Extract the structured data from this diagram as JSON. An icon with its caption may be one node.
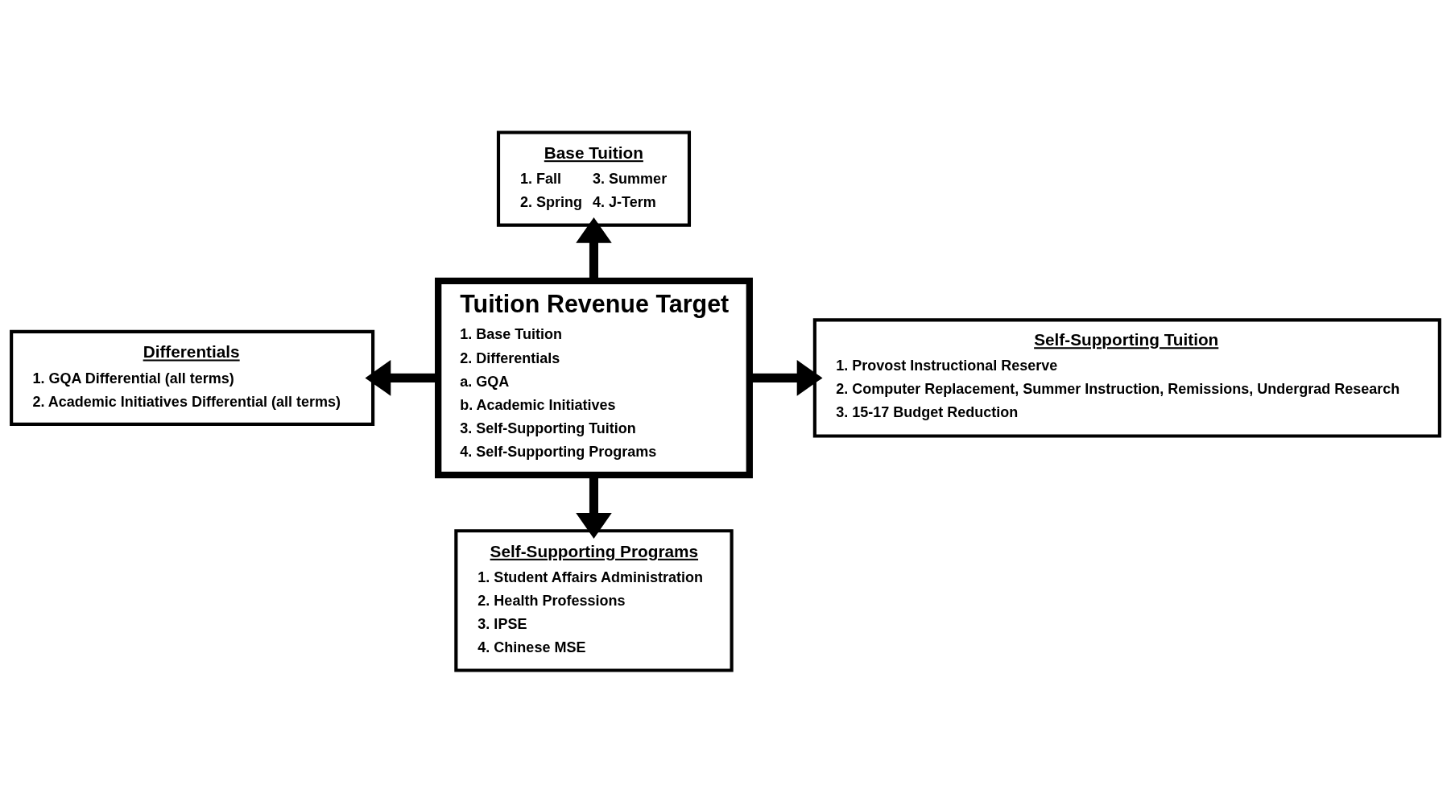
{
  "diagram": {
    "nodes": [
      {
        "text": [
          "Tuition Revenue Target",
          "1. Base Tuition",
          "2. Differentials",
          "a. GQA",
          "b. Academic Initiatives",
          "3. Self-Supporting Tuition",
          "4. Self-Supporting Programs"
        ]
      },
      {
        "text": [
          "Base Tuition",
          "1. Fall",
          "3. Summer",
          "2. Spring",
          "4. J-Term"
        ]
      },
      {
        "text": [
          "Differentials",
          "1. GQA Differential (all terms)",
          "2. Academic Initiatives Differential (all terms)"
        ]
      },
      {
        "text": [
          "Self-Supporting Tuition",
          "1. Provost Instructional Reserve",
          "2. Computer Replacement, Summer Instruction, Remissions, Undergrad Research",
          "3. 15-17 Budget Reduction"
        ]
      },
      {
        "text": [
          "Self-Supporting Programs",
          "1. Student Affairs Administration",
          "2. Health Professions",
          "3. IPSE",
          "4. Chinese MSE"
        ]
      }
    ],
    "edges": [
      {
        "from": 0,
        "to": 1,
        "arrow": "to"
      },
      {
        "from": 0,
        "to": 2,
        "arrow": "to"
      },
      {
        "from": 0,
        "to": 3,
        "arrow": "to"
      },
      {
        "from": 0,
        "to": 4,
        "arrow": "to"
      }
    ]
  }
}
